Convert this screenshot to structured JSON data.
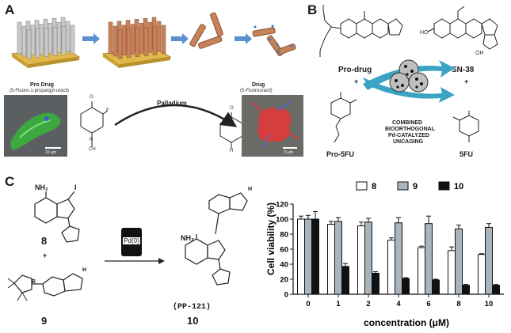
{
  "panels": {
    "a": "A",
    "b": "B",
    "c": "C"
  },
  "panel_a": {
    "prodrug_title": "Pro Drug",
    "prodrug_sub": "(5-Fluoro-1-propargyl-uracil)",
    "drug_title": "Drug",
    "drug_sub": "(5-Fluorouracil)",
    "catalyst": "Palladium",
    "scale_left": "10 μm",
    "scale_right": "5 μm",
    "atom_f": "F",
    "atom_o": "O",
    "atom_n": "N",
    "atom_h": "H",
    "atom_ch": "CH"
  },
  "panel_b": {
    "prodrug": "Pro-drug",
    "sn38": "SN-38",
    "plus": "+",
    "pro5fu": "Pro-5FU",
    "fu5": "5FU",
    "combined_line1": "COMBINED",
    "combined_line2": "BIOORTHOGONAL",
    "combined_line3": "Pd-CATALYZED",
    "combined_line4": "UNCAGING",
    "atom_ho": "HO",
    "atom_oh": "OH"
  },
  "panel_c": {
    "compound8": "8",
    "compound9": "9",
    "compound10": "10",
    "pp121": "(PP-121)",
    "plus": "+",
    "catalyst": "Pd(0)",
    "nh2": "NH₂",
    "atom_i": "I",
    "atom_n": "N",
    "atom_h": "H",
    "atom_b": "B",
    "atom_o": "O"
  },
  "colors": {
    "white_bar": "#ffffff",
    "gray_bar": "#a9b4bd",
    "black_bar": "#111111",
    "arrow": "#3ba3c4",
    "blue_arrow": "#5b8fd1"
  },
  "chart_data": {
    "type": "bar",
    "categories": [
      "0",
      "1",
      "2",
      "4",
      "6",
      "8",
      "10"
    ],
    "series": [
      {
        "name": "8",
        "values": [
          100,
          93,
          91,
          72,
          62,
          58,
          53
        ],
        "errors": [
          4,
          4,
          5,
          3,
          2,
          5,
          1
        ]
      },
      {
        "name": "9",
        "values": [
          100,
          97,
          96,
          95,
          94,
          87,
          89
        ],
        "errors": [
          5,
          5,
          5,
          7,
          10,
          5,
          5
        ]
      },
      {
        "name": "10",
        "values": [
          100,
          37,
          28,
          21,
          19,
          12,
          12
        ],
        "errors": [
          10,
          4,
          2,
          1,
          1,
          1,
          1
        ]
      }
    ],
    "xlabel": "concentration (μM)",
    "ylabel": "Cell viability (%)",
    "ylim": [
      0,
      120
    ],
    "yticks": [
      "0",
      "20",
      "40",
      "60",
      "80",
      "100",
      "120"
    ],
    "legend": "top",
    "grid": false
  }
}
